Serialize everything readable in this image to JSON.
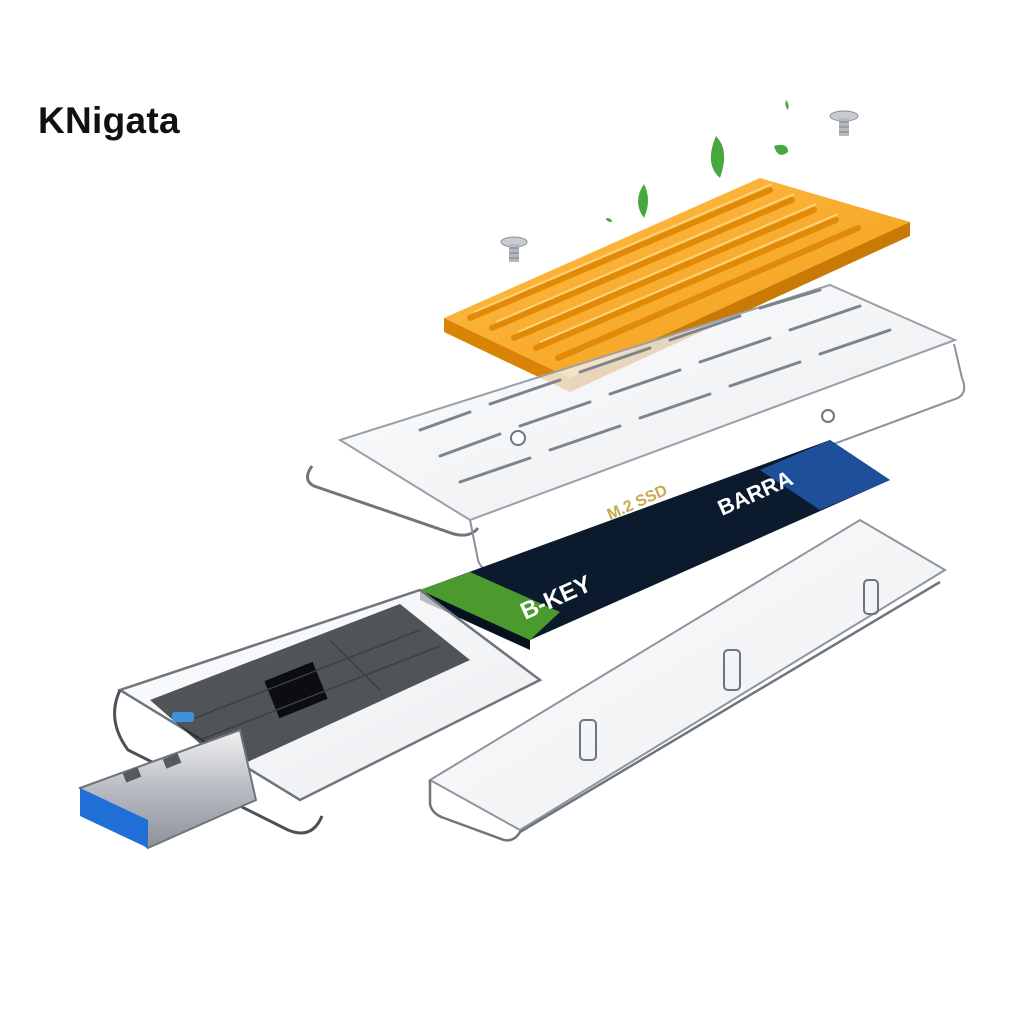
{
  "brand": {
    "name": "KNigata"
  },
  "product": {
    "ssd_brand": "BARRA",
    "ssd_key": "B-KEY",
    "ssd_spec": "M.2 SSD"
  },
  "colors": {
    "heatsink": "#f5a623",
    "heatsink_shadow": "#c97a05",
    "ssd_pcb": "#0c1a2e",
    "ssd_label_blue": "#1d4f9a",
    "usb_blue": "#1f6fd6",
    "leaf_green": "#4caf50"
  },
  "icons": [
    "screw-icon",
    "leaf-icon"
  ]
}
